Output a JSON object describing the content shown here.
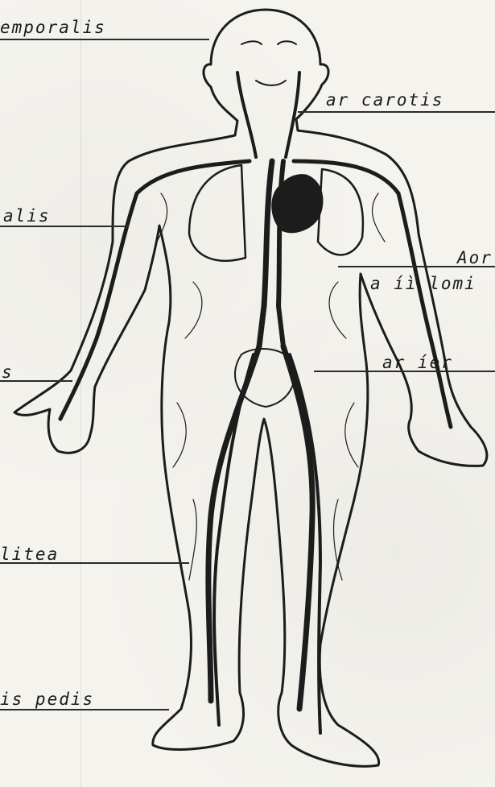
{
  "labels": {
    "temporalis": "emporalis",
    "carotis": "ar carotis",
    "left_mid": "alis",
    "aorta": "Aor",
    "aorta_sub": "a íì lomi",
    "left_low": "s",
    "femoralis": "ar íèr",
    "poplitea": "litea",
    "dorsalis_pedis": "is pedis"
  },
  "colors": {
    "ink": "#1c1c1c",
    "paper": "#f4f3ee"
  }
}
